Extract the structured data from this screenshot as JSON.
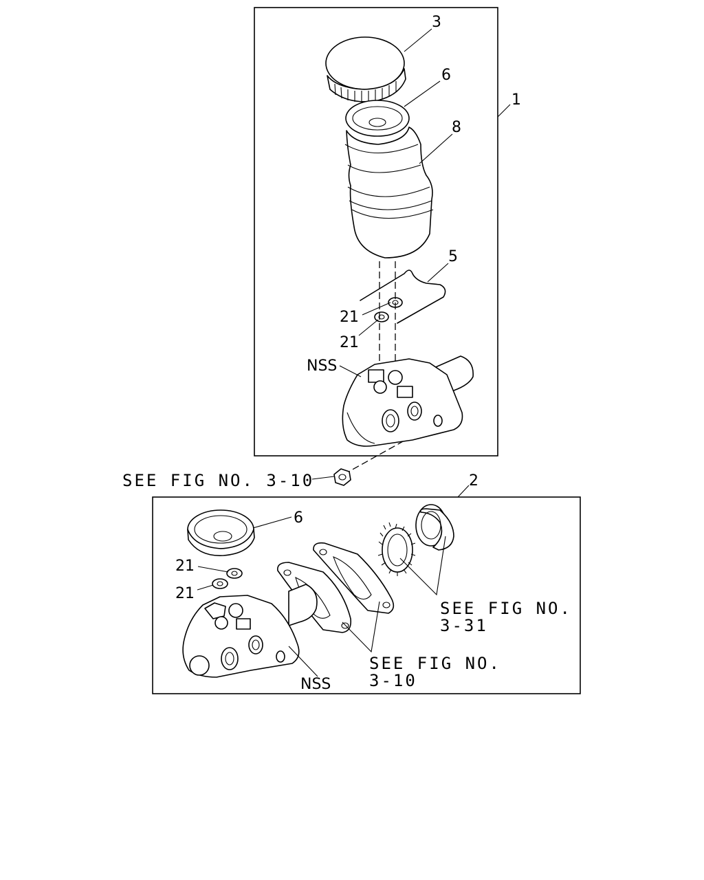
{
  "callouts": {
    "assembly_1": "1",
    "assembly_2": "2",
    "cap": "3",
    "clip": "5",
    "seal_top": "6",
    "reservoir": "8",
    "grommet_a": "21",
    "grommet_b": "21",
    "nss_top": "NSS",
    "seal_bottom": "6",
    "grommet_c": "21",
    "grommet_d": "21",
    "nss_bottom": "NSS"
  },
  "references": {
    "nut_ref": "SEE FIG NO. 3-10",
    "seal_ref_line1": "SEE FIG NO.",
    "seal_ref_line2": "3-31",
    "gasket_ref_line1": "SEE FIG NO.",
    "gasket_ref_line2": "3-10"
  }
}
